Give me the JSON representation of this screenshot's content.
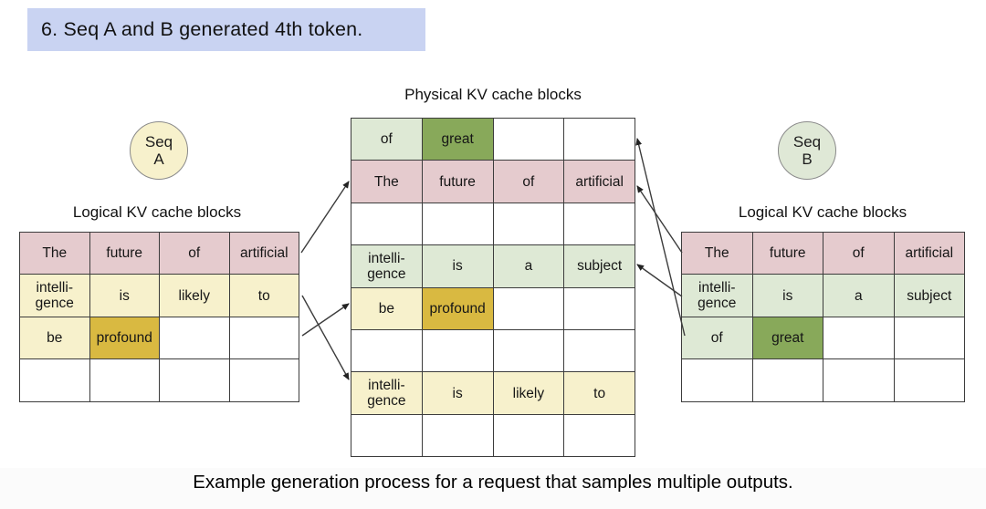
{
  "banner": {
    "text": "6. Seq A and B generated 4th token."
  },
  "caption": "Example generation process for a request that samples multiple outputs.",
  "colors": {
    "pk": "#e5cbce",
    "ly": "#f7f1cc",
    "gd": "#d9b941",
    "lg": "#dee9d5",
    "dg": "#88a95a",
    "banner_blue": "#c9d3f2"
  },
  "physical": {
    "title": "Physical KV cache blocks"
  },
  "seq_a": {
    "badge": "Seq\nA",
    "logical_title": "Logical KV cache blocks"
  },
  "seq_b": {
    "badge": "Seq\nB",
    "logical_title": "Logical KV cache blocks"
  },
  "tables": {
    "physical": {
      "rows": [
        [
          [
            "of",
            "lg"
          ],
          [
            "great",
            "dg"
          ],
          null,
          null
        ],
        [
          [
            "The",
            "pk"
          ],
          [
            "future",
            "pk"
          ],
          [
            "of",
            "pk"
          ],
          [
            "artificial",
            "pk"
          ]
        ],
        [
          null,
          null,
          null,
          null
        ],
        [
          [
            "intelli-\ngence",
            "lg"
          ],
          [
            "is",
            "lg"
          ],
          [
            "a",
            "lg"
          ],
          [
            "subject",
            "lg"
          ]
        ],
        [
          [
            "be",
            "ly"
          ],
          [
            "profound",
            "gd"
          ],
          null,
          null
        ],
        [
          null,
          null,
          null,
          null
        ],
        [
          [
            "intelli-\ngence",
            "ly"
          ],
          [
            "is",
            "ly"
          ],
          [
            "likely",
            "ly"
          ],
          [
            "to",
            "ly"
          ]
        ],
        [
          null,
          null,
          null,
          null
        ]
      ]
    },
    "seq_a": {
      "rows": [
        [
          [
            "The",
            "pk"
          ],
          [
            "future",
            "pk"
          ],
          [
            "of",
            "pk"
          ],
          [
            "artificial",
            "pk"
          ]
        ],
        [
          [
            "intelli-\ngence",
            "ly"
          ],
          [
            "is",
            "ly"
          ],
          [
            "likely",
            "ly"
          ],
          [
            "to",
            "ly"
          ]
        ],
        [
          [
            "be",
            "ly"
          ],
          [
            "profound",
            "gd"
          ],
          null,
          null
        ],
        [
          null,
          null,
          null,
          null
        ]
      ]
    },
    "seq_b": {
      "rows": [
        [
          [
            "The",
            "pk"
          ],
          [
            "future",
            "pk"
          ],
          [
            "of",
            "pk"
          ],
          [
            "artificial",
            "pk"
          ]
        ],
        [
          [
            "intelli-\ngence",
            "lg"
          ],
          [
            "is",
            "lg"
          ],
          [
            "a",
            "lg"
          ],
          [
            "subject",
            "lg"
          ]
        ],
        [
          [
            "of",
            "lg"
          ],
          [
            "great",
            "dg"
          ],
          null,
          null
        ],
        [
          null,
          null,
          null,
          null
        ]
      ]
    }
  },
  "connections": [
    {
      "from": "seq-a-block-1",
      "to": "physical-row-2"
    },
    {
      "from": "seq-a-block-2",
      "to": "physical-row-7"
    },
    {
      "from": "seq-a-block-3",
      "to": "physical-row-5"
    },
    {
      "from": "seq-b-block-1",
      "to": "physical-row-2"
    },
    {
      "from": "seq-b-block-2",
      "to": "physical-row-4"
    },
    {
      "from": "seq-b-block-3",
      "to": "physical-row-1"
    }
  ]
}
